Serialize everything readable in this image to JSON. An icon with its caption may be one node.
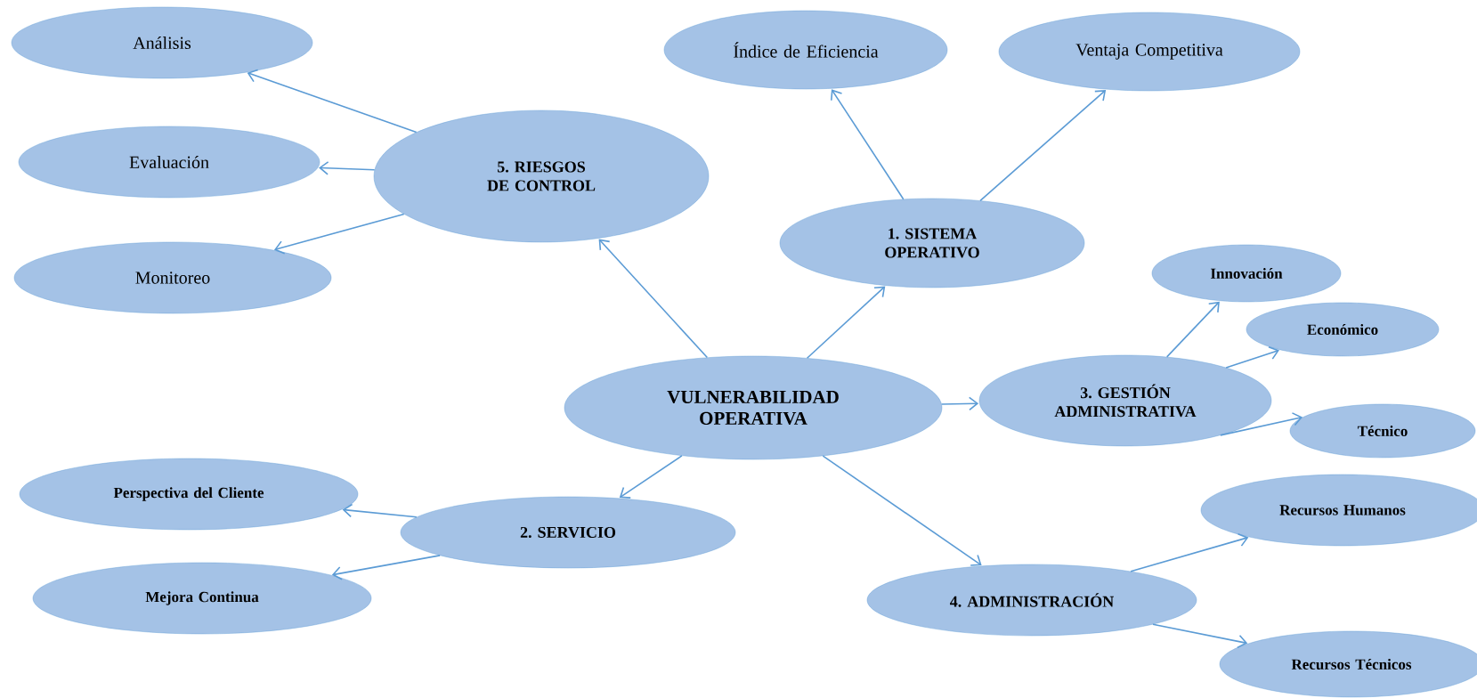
{
  "diagram": {
    "nodes": [
      {
        "text": [
          "VULNERABILIDAD OPERATIVA"
        ]
      },
      {
        "text": [
          "1. SISTEMA OPERATIVO"
        ]
      },
      {
        "text": [
          "Índice de Eficiencia"
        ]
      },
      {
        "text": [
          "Ventaja Competitiva"
        ]
      },
      {
        "text": [
          "3. GESTIÓN ADMINISTRATIVA"
        ]
      },
      {
        "text": [
          "Innovación"
        ]
      },
      {
        "text": [
          "Económico"
        ]
      },
      {
        "text": [
          "Técnico"
        ]
      },
      {
        "text": [
          "4. ADMINISTRACIÓN"
        ]
      },
      {
        "text": [
          "Recursos Humanos"
        ]
      },
      {
        "text": [
          "Recursos Técnicos"
        ]
      },
      {
        "text": [
          "2. SERVICIO"
        ]
      },
      {
        "text": [
          "Perspectiva del Cliente"
        ]
      },
      {
        "text": [
          "Mejora Continua"
        ]
      },
      {
        "text": [
          "5. RIESGOS DE CONTROL"
        ]
      },
      {
        "text": [
          "Análisis"
        ]
      },
      {
        "text": [
          "Evaluación"
        ]
      },
      {
        "text": [
          "Monitoreo"
        ]
      }
    ],
    "edges": [
      {
        "from": 0,
        "to": 1,
        "arrow": "to"
      },
      {
        "from": 1,
        "to": 2,
        "arrow": "to"
      },
      {
        "from": 1,
        "to": 3,
        "arrow": "to"
      },
      {
        "from": 0,
        "to": 4,
        "arrow": "to"
      },
      {
        "from": 4,
        "to": 5,
        "arrow": "to"
      },
      {
        "from": 4,
        "to": 6,
        "arrow": "to"
      },
      {
        "from": 4,
        "to": 7,
        "arrow": "to"
      },
      {
        "from": 0,
        "to": 8,
        "arrow": "to"
      },
      {
        "from": 8,
        "to": 9,
        "arrow": "to"
      },
      {
        "from": 8,
        "to": 10,
        "arrow": "to"
      },
      {
        "from": 0,
        "to": 11,
        "arrow": "to"
      },
      {
        "from": 11,
        "to": 12,
        "arrow": "to"
      },
      {
        "from": 11,
        "to": 13,
        "arrow": "to"
      },
      {
        "from": 0,
        "to": 14,
        "arrow": "to"
      },
      {
        "from": 14,
        "to": 15,
        "arrow": "to"
      },
      {
        "from": 14,
        "to": 16,
        "arrow": "to"
      },
      {
        "from": 14,
        "to": 17,
        "arrow": "to"
      }
    ]
  }
}
